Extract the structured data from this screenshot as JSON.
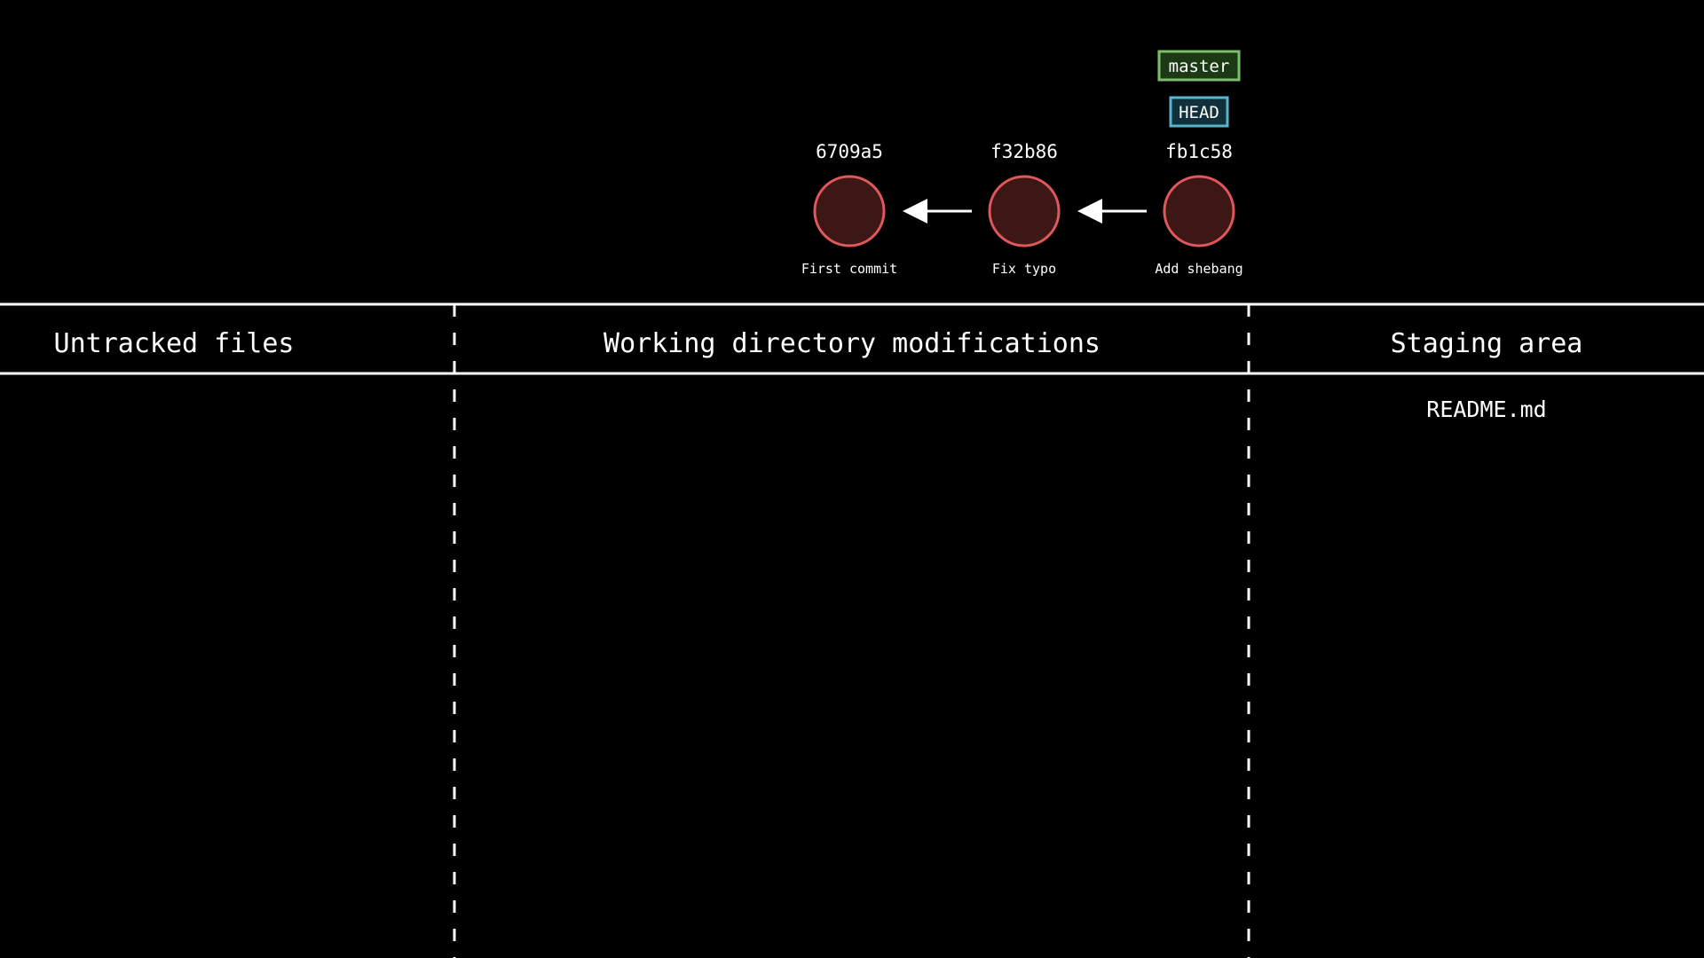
{
  "colors": {
    "background": "#000000",
    "foreground": "#ffffff",
    "commit_stroke": "#e0585c",
    "commit_fill": "#3d1616",
    "branch_stroke": "#7bbf6a",
    "branch_fill": "#1b3a14",
    "head_stroke": "#5ab4cc",
    "head_fill": "#10303b"
  },
  "commits": [
    {
      "hash": "6709a5",
      "message": "First commit"
    },
    {
      "hash": "f32b86",
      "message": "Fix typo"
    },
    {
      "hash": "fb1c58",
      "message": "Add shebang"
    }
  ],
  "refs": {
    "branch": "master",
    "head": "HEAD"
  },
  "areas": [
    {
      "title": "Untracked files",
      "files": []
    },
    {
      "title": "Working directory modifications",
      "files": []
    },
    {
      "title": "Staging area",
      "files": [
        "README.md"
      ]
    }
  ]
}
